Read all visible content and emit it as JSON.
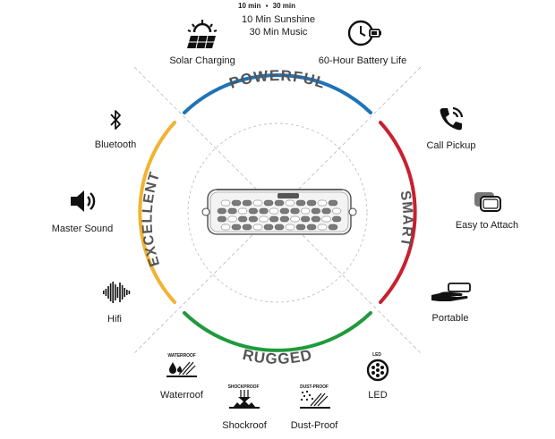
{
  "ring": {
    "top": {
      "label": "POWERFUL",
      "color": "#1f73b7"
    },
    "right": {
      "label": "SMART",
      "color": "#c8202f"
    },
    "bottom": {
      "label": "RUGGED",
      "color": "#1f9a3d"
    },
    "left": {
      "label": "EXCELLENT",
      "color": "#f2b233"
    }
  },
  "top_note": {
    "a": "10 min",
    "b": "30 min"
  },
  "features": {
    "solar": {
      "label": "Solar Charging",
      "icon": "solar-panel-icon"
    },
    "sunshine": {
      "line1": "10 Min Sunshine",
      "line2": "30 Min Music"
    },
    "battery": {
      "label": "60-Hour Battery Life",
      "icon": "clock-battery-icon"
    },
    "bluetooth": {
      "label": "Bluetooth",
      "icon": "bluetooth-icon"
    },
    "master_sound": {
      "label": "Master Sound",
      "icon": "speaker-icon"
    },
    "hifi": {
      "label": "Hifi",
      "icon": "sound-wave-icon"
    },
    "call": {
      "label": "Call Pickup",
      "icon": "phone-icon"
    },
    "attach": {
      "label": "Easy to Attach",
      "icon": "attach-icon"
    },
    "portable": {
      "label": "Portable",
      "icon": "hand-device-icon"
    },
    "waterproof": {
      "label": "Waterroof",
      "tag": "WATERROOF",
      "icon": "water-drops-icon"
    },
    "shockproof": {
      "label": "Shockroof",
      "tag": "SHOCKPROOF",
      "icon": "shock-icon"
    },
    "dustproof": {
      "label": "Dust-Proof",
      "tag": "DUST-PROOF",
      "icon": "dust-icon"
    },
    "led": {
      "label": "LED",
      "tag": "LED",
      "icon": "led-icon"
    }
  }
}
